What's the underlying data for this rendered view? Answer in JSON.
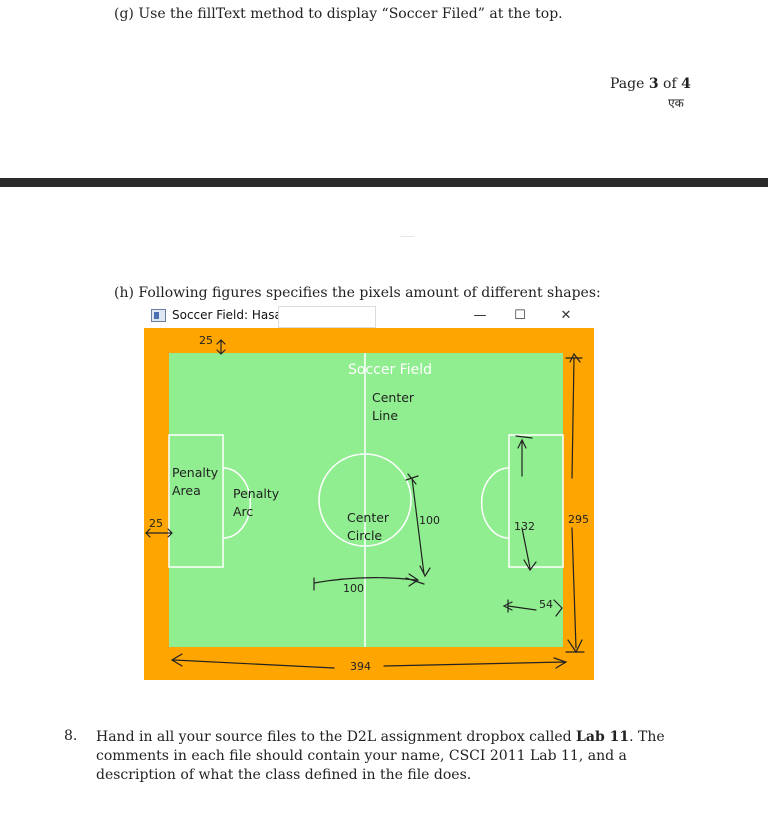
{
  "item_g": "(g)  Use the fillText method to display “Soccer Filed” at the top.",
  "page": {
    "prefix": "Page ",
    "current": "3",
    "middle": " of ",
    "total": "4",
    "handwriting": "एक"
  },
  "item_h": "(h)  Following figures specifies the pixels amount of different shapes:",
  "window": {
    "title": "Soccer Field: Hasan:",
    "minimize_glyph": "—",
    "maximize_glyph": "☐",
    "close_glyph": "✕"
  },
  "field": {
    "title": "Soccer Field",
    "colors": {
      "border": "#ffa500",
      "grass": "#90ee90",
      "lines": "#ffffff"
    },
    "labels": {
      "center_line_1": "Center",
      "center_line_2": "Line",
      "penalty_area_1": "Penalty",
      "penalty_area_2": "Area",
      "penalty_arc_1": "Penalty",
      "penalty_arc_2": "Arc",
      "center_circle_1": "Center",
      "center_circle_2": "Circle"
    },
    "annotations": {
      "top_margin": "25",
      "left_margin": "25",
      "circle_radius": "100",
      "circle_diameter": "100",
      "penalty_height": "132",
      "penalty_width": "54",
      "field_height": "295",
      "field_width": "394"
    }
  },
  "item_8": {
    "number": "8.",
    "text_1": "Hand in all your source files to the D2L assignment dropbox called ",
    "bold_1": "Lab 11",
    "text_2": ". The comments in each file should contain your name, CSCI 2011 Lab 11, and a description of what the class defined in the file does."
  }
}
